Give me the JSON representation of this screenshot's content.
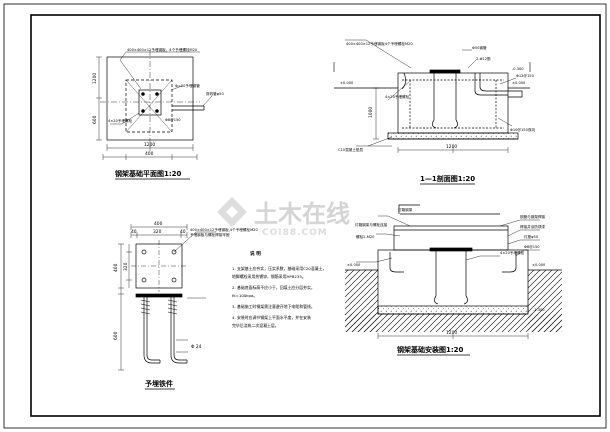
{
  "titles": {
    "plan": "钢架基础平面图1:20",
    "section": "1—1剖面图1:20",
    "bolt": "予埋铁件",
    "install": "钢架基础安装图1:20"
  },
  "notes": {
    "heading": "说  明",
    "items": [
      "1. 支架基土应夯实，压实系数，基础采用C20混凝土，",
      "   地脚螺栓采用热镀锌，钢筋采用HPB235。",
      "2. 基础底面标高不应小于，回填土应分层夯实，",
      "   fk=100kpa。",
      "3. 基础施工时钢架需注意避开地下电缆和管线，",
      "4. 安装时应调节钢架上平面水平度，并在安装",
      "   完毕后浇筑二次混凝土层。"
    ]
  },
  "labels": {
    "plan_top": "400×400×12予埋钢板，4个予埋螺栓M20",
    "plan_pipe": "Φ=50予埋钢管",
    "plan_duct": "穿线管φ50",
    "plan_bolt": "4×20予埋螺栓",
    "plan_bar": "Φ8@150",
    "sec_top": "400×400×12予埋钢板4个予埋螺栓M20",
    "sec_side": "4×20予埋螺栓",
    "sec_r1": "Φ50钢管",
    "sec_r2": "Φ12@150",
    "sec_r3": "Φ10@150双向",
    "sec_bed": "C10混凝土垫层",
    "sec_mark": "2-Φ12筋",
    "bolt_top": "400×400×12予埋钢板,4个予埋螺栓M20",
    "bolt_mid": "予埋钢板与螺栓焊接牢固",
    "bolt_dia": "Φ 24",
    "inst_frame": "灯箱钢架",
    "inst_a": "灯箱钢架与螺栓连接",
    "inst_b": "螺栓2-M20",
    "inst_c": "钢管与钢架焊接",
    "inst_d": "焊接并涂防锈漆",
    "inst_e": "灯座φ50",
    "inst_f": "4×20予埋螺栓",
    "inst_g": "Φ8@150",
    "level_0": "±0.000",
    "level_m": "-0.300",
    "level_b": "-1.300"
  },
  "dims": {
    "plan_w": "1200",
    "plan_h": "1200",
    "plan_half": "600",
    "plan_c": "400",
    "sec_w": "1200",
    "sec_d": "1000",
    "bolt_400": "400",
    "bolt_40a": "40",
    "bolt_320": "320",
    "bolt_40b": "40",
    "bolt_v400": "400",
    "bolt_v600": "600",
    "bolt_v320": "320",
    "inst_w": "1200"
  },
  "watermark": {
    "main": "土木在线",
    "sub": "COI88.COM"
  }
}
